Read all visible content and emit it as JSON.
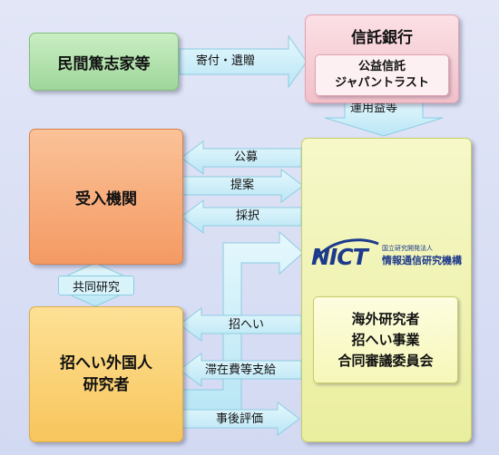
{
  "boxes": {
    "donors": "民間篤志家等",
    "trust_bank": "信託銀行",
    "public_trust_line1": "公益信託",
    "public_trust_line2": "ジャパントラスト",
    "host": "受入機関",
    "researcher_line1": "招へい外国人",
    "researcher_line2": "研究者",
    "committee_line1": "海外研究者",
    "committee_line2": "招へい事業",
    "committee_line3": "合同審議委員会"
  },
  "logo": {
    "mark": "NICT",
    "org_small": "国立研究開発法人",
    "org_name": "情報通信研究機構"
  },
  "arrows": {
    "donation": "寄付・遺贈",
    "operating_income": "運用益等",
    "recruit": "公募",
    "proposal": "提案",
    "adoption": "採択",
    "joint_research": "共同研究",
    "invite": "招へい",
    "expenses": "滞在費等支給",
    "post_evaluation": "事後評価"
  },
  "colors": {
    "arrow_fill": "#c9eefa",
    "arrow_stroke": "#8ccde2",
    "donors_fill": "#b6e3b0",
    "trust_fill": "#f6cdd4",
    "host_fill": "#f7ad7b",
    "researcher_fill": "#fbd27a",
    "nict_fill": "#f2f5b5",
    "logo_blue": "#1d3a8c"
  }
}
